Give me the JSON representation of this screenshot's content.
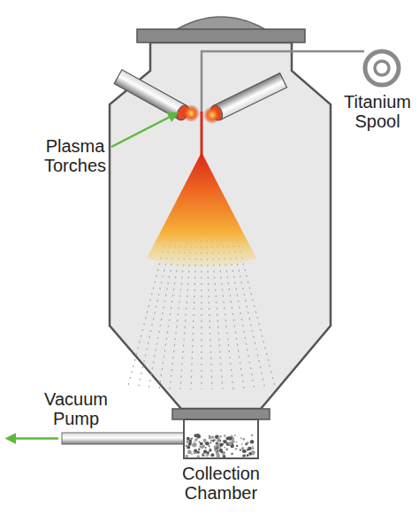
{
  "diagram": {
    "labels": [
      "Plasma Torches",
      "Titanium Spool",
      "Vacuum Pump",
      "Collection Chamber"
    ]
  }
}
